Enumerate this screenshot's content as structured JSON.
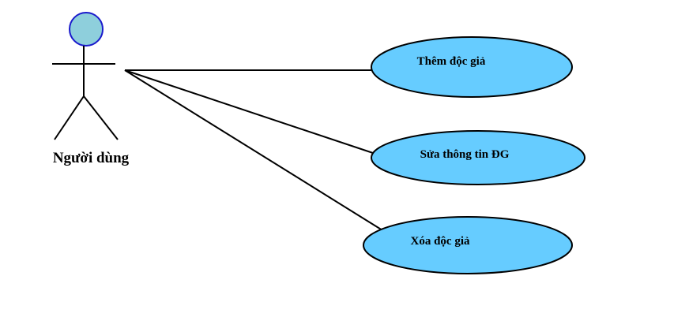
{
  "diagram": {
    "actor": {
      "name": "Người dùng",
      "head_color": "#8ecfdc",
      "head_stroke": "#1a1acc"
    },
    "use_cases": [
      {
        "label": "Thêm độc giả"
      },
      {
        "label": "Sửa thông tin ĐG"
      },
      {
        "label": "Xóa độc giả"
      }
    ],
    "use_case_fill": "#66ccff",
    "line_color": "#000000"
  }
}
